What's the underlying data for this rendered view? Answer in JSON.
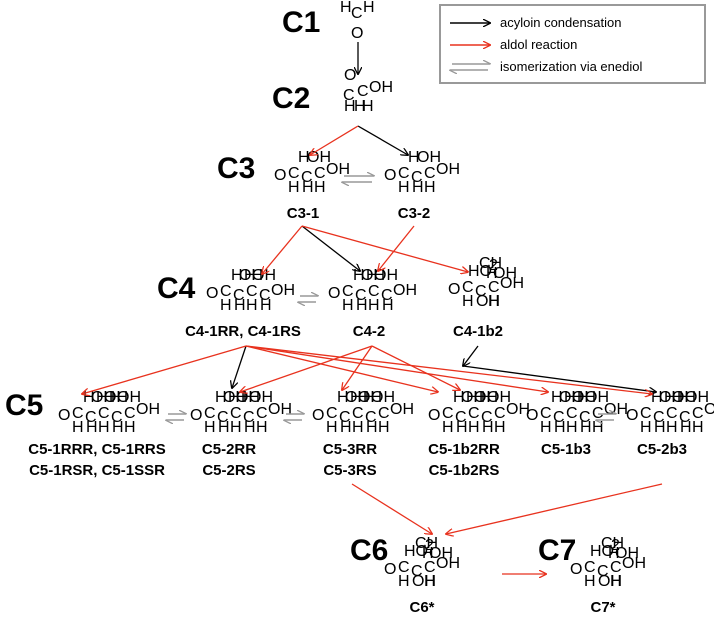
{
  "levels": [
    "C1",
    "C2",
    "C3",
    "C4",
    "C5",
    "C6",
    "C7"
  ],
  "compounds": {
    "c3_1": "C3-1",
    "c3_2": "C3-2",
    "c4_1": "C4-1RR, C4-1RS",
    "c4_2": "C4-2",
    "c4_1b2": "C4-1b2",
    "c5_1_a": "C5-1RRR, C5-1RRS",
    "c5_1_b": "C5-1RSR, C5-1SSR",
    "c5_2_a": "C5-2RR",
    "c5_2_b": "C5-2RS",
    "c5_3_a": "C5-3RR",
    "c5_3_b": "C5-3RS",
    "c5_1b2_a": "C5-1b2RR",
    "c5_1b2_b": "C5-1b2RS",
    "c5_1b3": "C5-1b3",
    "c5_2b3": "C5-2b3",
    "c6": "C6*",
    "c7": "C7*"
  },
  "legend": {
    "acyloin": "acyloin condensation",
    "aldol": "aldol reaction",
    "isomerization": "isomerization via enediol"
  },
  "atoms": {
    "H": "H",
    "O": "O",
    "C": "C",
    "OH": "OH",
    "HO": "HO",
    "CH2": "CH",
    "sub2": "2"
  },
  "colors": {
    "acyloin": "#000000",
    "aldol": "#e8321e",
    "isomerization": "#999999"
  }
}
